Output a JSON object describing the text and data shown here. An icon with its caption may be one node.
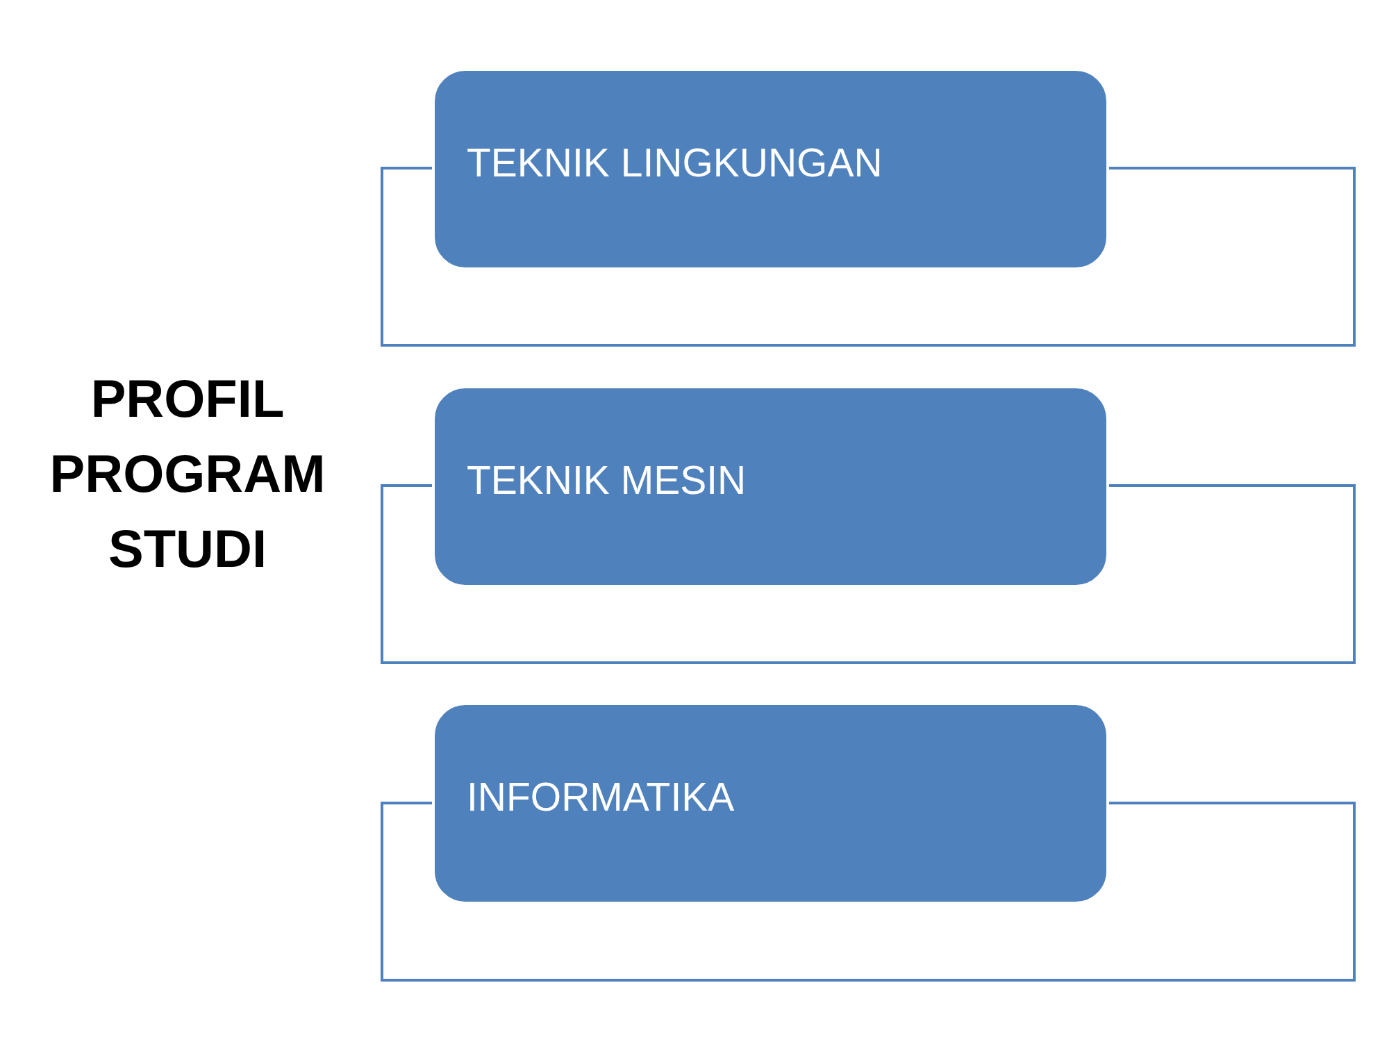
{
  "diagram": {
    "title": "PROFIL PROGRAM STUDI",
    "nodes": [
      {
        "text": [
          "TEKNIK LINGKUNGAN"
        ]
      },
      {
        "text": [
          "TEKNIK MESIN"
        ]
      },
      {
        "text": [
          "INFORMATIKA"
        ]
      }
    ]
  }
}
